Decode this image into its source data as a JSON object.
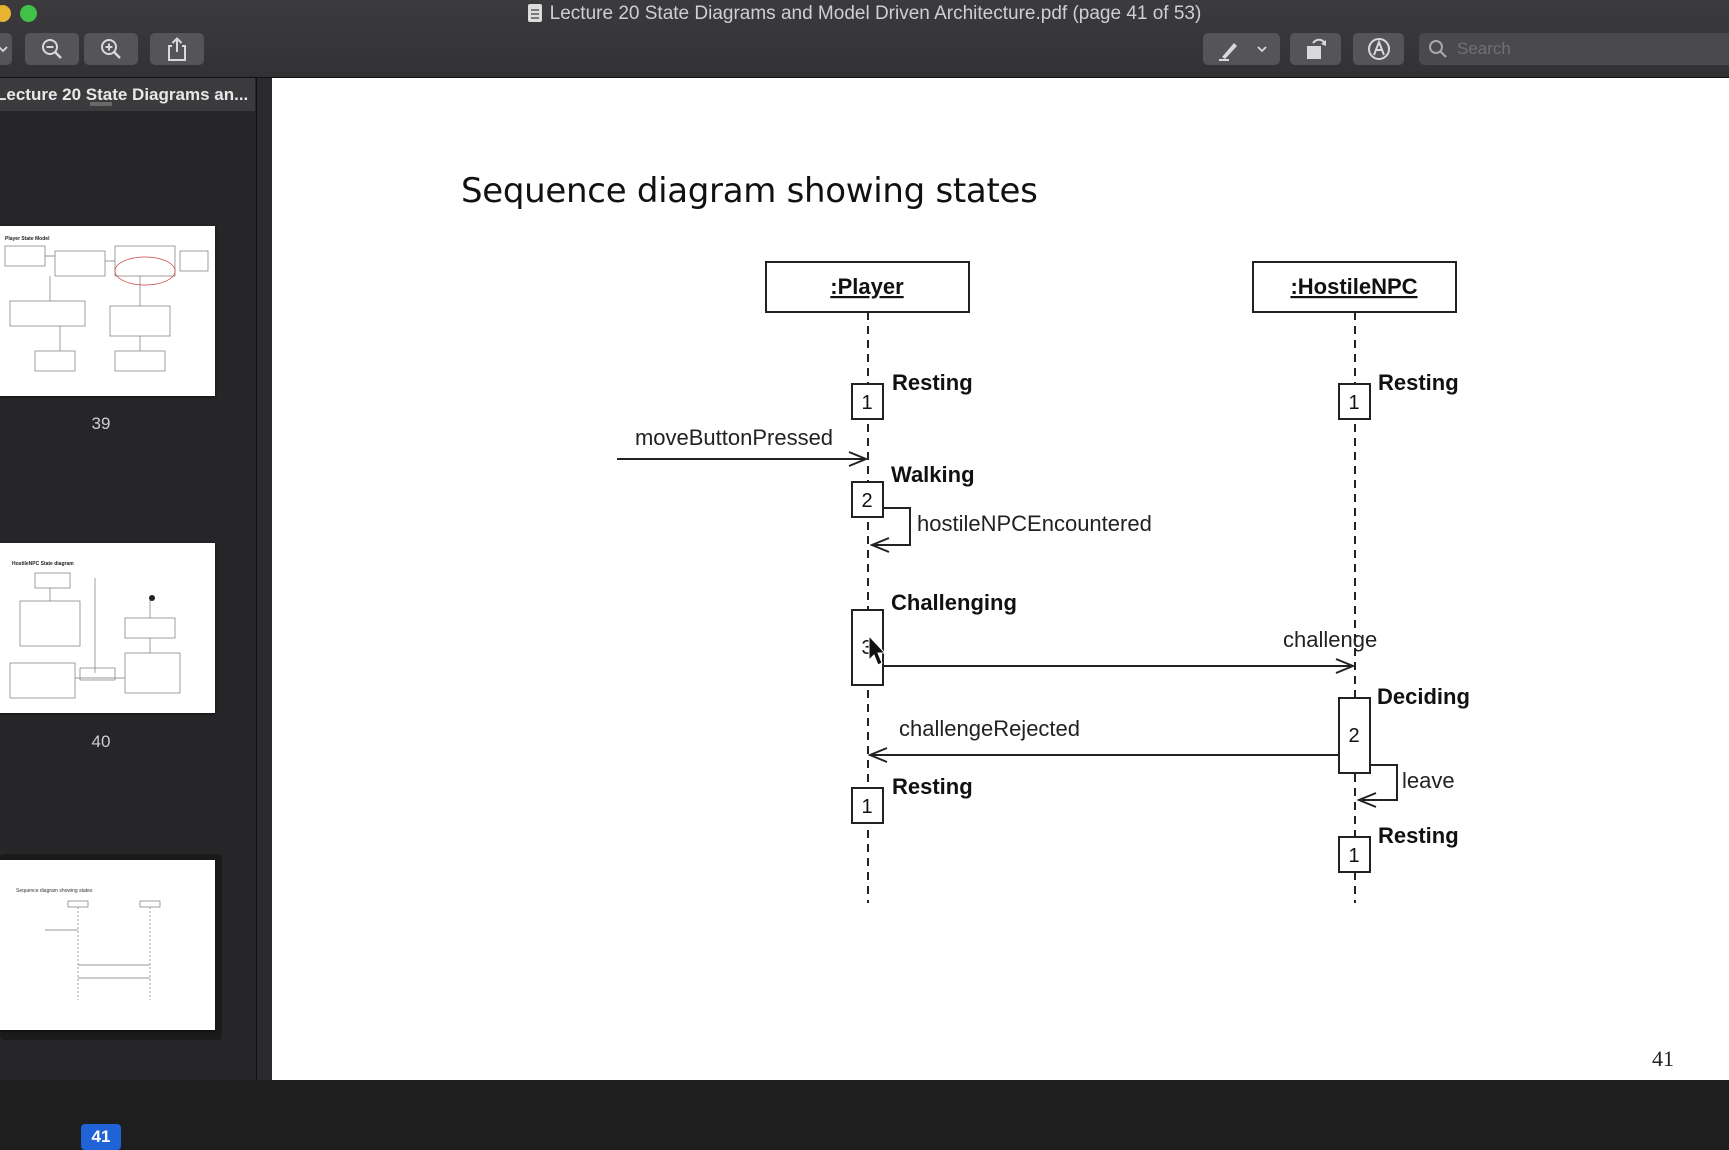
{
  "window": {
    "title": "Lecture 20 State Diagrams and Model Driven Architecture.pdf (page 41 of 53)"
  },
  "toolbar": {
    "search_placeholder": "Search"
  },
  "sidebar": {
    "header": "Lecture 20 State Diagrams an...",
    "thumbnails": [
      {
        "page_label": "39",
        "caption": "Player State Model"
      },
      {
        "page_label": "40",
        "caption": "HostileNPC State diagram"
      },
      {
        "page_label": "41",
        "caption": "Sequence diagram showing states",
        "selected": true
      }
    ]
  },
  "slide": {
    "title": "Sequence diagram showing states",
    "page_number": "41",
    "lifelines": {
      "player": ":Player",
      "npc": ":HostileNPC"
    },
    "messages": {
      "move": "moveButtonPressed",
      "encounter": "hostileNPCEncountered",
      "challenge": "challenge",
      "rejected": "challengeRejected",
      "leave": "leave"
    },
    "player_states": [
      {
        "name": "Resting",
        "number": "1"
      },
      {
        "name": "Walking",
        "number": "2"
      },
      {
        "name": "Challenging",
        "number": "3"
      },
      {
        "name": "Resting",
        "number": "1"
      }
    ],
    "npc_states": [
      {
        "name": "Resting",
        "number": "1"
      },
      {
        "name": "Deciding",
        "number": "2"
      },
      {
        "name": "Resting",
        "number": "1"
      }
    ]
  }
}
